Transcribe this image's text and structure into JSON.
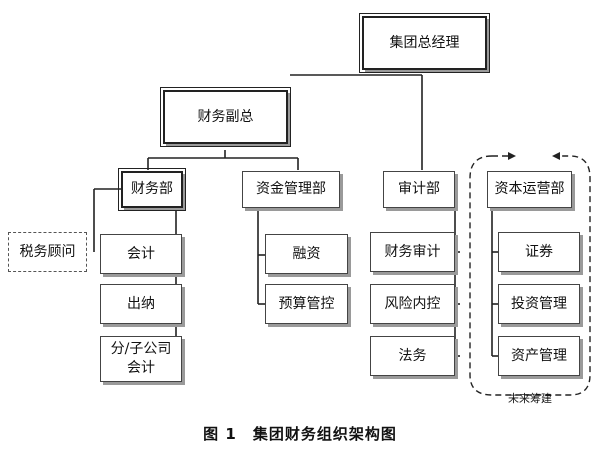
{
  "diagram": {
    "root": "集团总经理",
    "deputy": "财务副总",
    "finance_dept": "财务部",
    "funds_dept": "资金管理部",
    "audit_dept": "审计部",
    "capital_dept": "资本运营部",
    "tax_advisor": "税务顾问",
    "finance_children": [
      "会计",
      "出纳",
      "分/子公司会计"
    ],
    "funds_children": [
      "融资",
      "预算管控"
    ],
    "audit_children": [
      "财务审计",
      "风险内控",
      "法务"
    ],
    "capital_children": [
      "证券",
      "投资管理",
      "资产管理"
    ],
    "future_note": "未来筹建"
  },
  "caption": "图 1　集团财务组织架构图"
}
